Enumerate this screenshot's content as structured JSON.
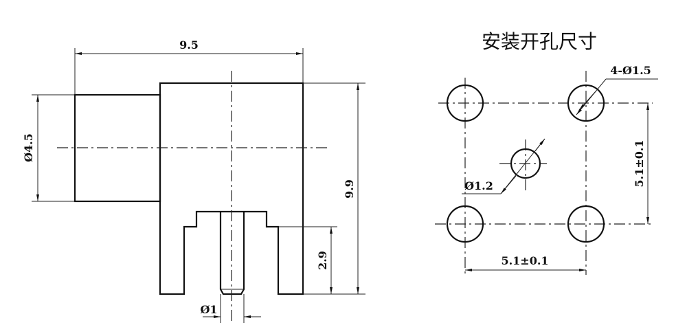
{
  "side_view": {
    "width_label": "9.5",
    "diameter_label": "Ø4.5",
    "height_label": "9.9",
    "pin_length_label": "2.9",
    "pin_diameter_label": "Ø1"
  },
  "mounting_holes": {
    "title": "安装开孔尺寸",
    "corner_holes_label": "4-Ø1.5",
    "center_hole_label": "Ø1.2",
    "vertical_spacing_label": "5.1±0.1",
    "horizontal_spacing_label": "5.1±0.1"
  },
  "colors": {
    "line": "#111111",
    "background": "#ffffff"
  }
}
